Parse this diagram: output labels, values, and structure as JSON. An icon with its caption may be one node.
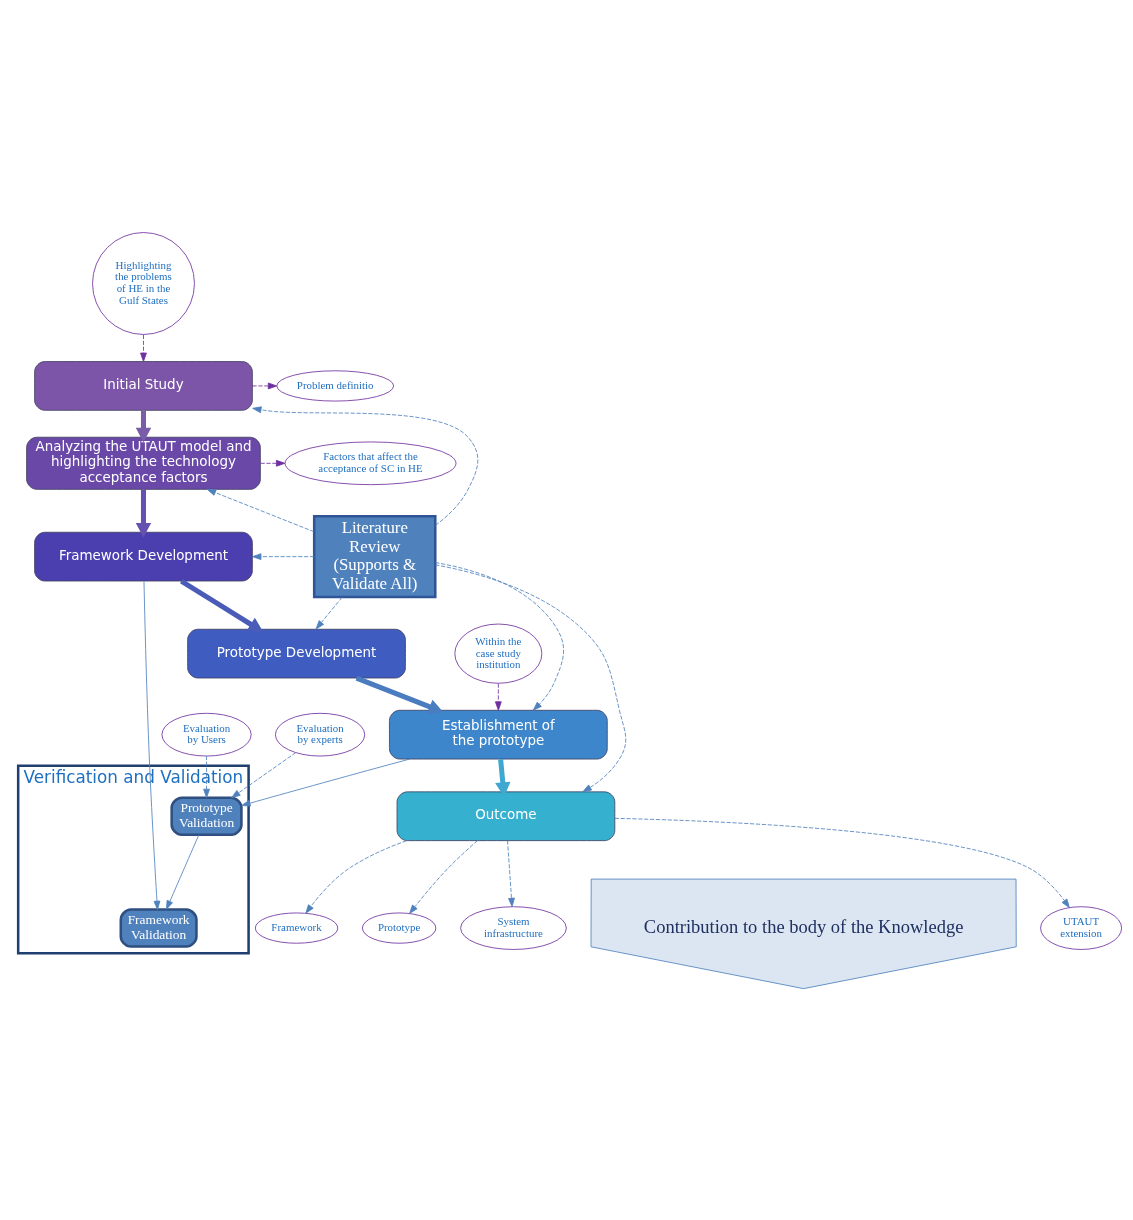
{
  "diagram": {
    "nodes": [
      {
        "text": [
          "Initial Study"
        ]
      },
      {
        "text": [
          "Analyzing the UTAUT model and highlighting the technology acceptance factors"
        ]
      },
      {
        "text": [
          "Framework Development"
        ]
      },
      {
        "text": [
          "Prototype Development"
        ]
      },
      {
        "text": [
          "Establishment of the prototype"
        ]
      },
      {
        "text": [
          "Outcome"
        ]
      },
      {
        "text": [
          "Highlighting the problems of HE in the Gulf States"
        ]
      },
      {
        "text": [
          "Problem definitio"
        ]
      },
      {
        "text": [
          "Factors that affect the acceptance of SC in HE"
        ]
      },
      {
        "text": [
          "Literature Review (Supports & Validate All)"
        ]
      },
      {
        "text": [
          "Verification and Validation"
        ]
      },
      {
        "text": [
          "Framework Validation"
        ],
        "in": 10
      },
      {
        "text": [
          "Prototype Validation"
        ],
        "in": 10
      },
      {
        "text": [
          "Within the case study institution"
        ]
      },
      {
        "text": [
          "Evaluation by experts"
        ]
      },
      {
        "text": [
          "Evaluation by Users"
        ]
      },
      {
        "text": [
          "UTAUT extension"
        ]
      },
      {
        "text": [
          "Framework"
        ]
      },
      {
        "text": [
          "Prototype"
        ]
      },
      {
        "text": [
          "System infrastructure"
        ]
      },
      {
        "text": [
          "Contribution to the body of the Knowledge"
        ]
      }
    ],
    "edges": [
      {
        "from": 0,
        "to": 1,
        "arrow": "to",
        "style": "thick",
        "color": "#7a5ca8"
      },
      {
        "from": 1,
        "to": 2,
        "arrow": "to",
        "style": "thick",
        "color": "#6650b0"
      },
      {
        "from": 2,
        "to": 3,
        "arrow": "to",
        "style": "thick",
        "color": "#4a5cb8"
      },
      {
        "from": 3,
        "to": 4,
        "arrow": "to",
        "style": "thick",
        "color": "#4a7cc0"
      },
      {
        "from": 4,
        "to": 5,
        "arrow": "to",
        "style": "thick",
        "color": "#40a8d0"
      },
      {
        "from": 6,
        "to": 0,
        "arrow": "to",
        "style": "dashed",
        "color": "#7030a0"
      },
      {
        "from": 0,
        "to": 7,
        "arrow": "to",
        "style": "dashed",
        "color": "#7030a0"
      },
      {
        "from": 1,
        "to": 8,
        "arrow": "to",
        "style": "dashed",
        "color": "#7030a0"
      },
      {
        "from": 9,
        "to": 0,
        "arrow": "to",
        "style": "dashed"
      },
      {
        "from": 9,
        "to": 1,
        "arrow": "to",
        "style": "dashed"
      },
      {
        "from": 9,
        "to": 2,
        "arrow": "to",
        "style": "dashed"
      },
      {
        "from": 9,
        "to": 3,
        "arrow": "to",
        "style": "dashed"
      },
      {
        "from": 9,
        "to": 4,
        "arrow": "to",
        "style": "dashed"
      },
      {
        "from": 9,
        "to": 5,
        "arrow": "to",
        "style": "dashed"
      },
      {
        "from": 13,
        "to": 4,
        "arrow": "to",
        "style": "dashed",
        "color": "#7030a0"
      },
      {
        "from": 2,
        "to": 11,
        "arrow": "to"
      },
      {
        "from": 4,
        "to": 12,
        "arrow": "to"
      },
      {
        "from": 12,
        "to": 11,
        "arrow": "to"
      },
      {
        "from": 14,
        "to": 12,
        "arrow": "to",
        "style": "dashed"
      },
      {
        "from": 15,
        "to": 12,
        "arrow": "to",
        "style": "dashed"
      },
      {
        "from": 5,
        "to": 16,
        "arrow": "to",
        "style": "dashed"
      },
      {
        "from": 5,
        "to": 17,
        "arrow": "to",
        "style": "dashed"
      },
      {
        "from": 5,
        "to": 18,
        "arrow": "to",
        "style": "dashed"
      },
      {
        "from": 5,
        "to": 19,
        "arrow": "to",
        "style": "dashed"
      }
    ]
  }
}
